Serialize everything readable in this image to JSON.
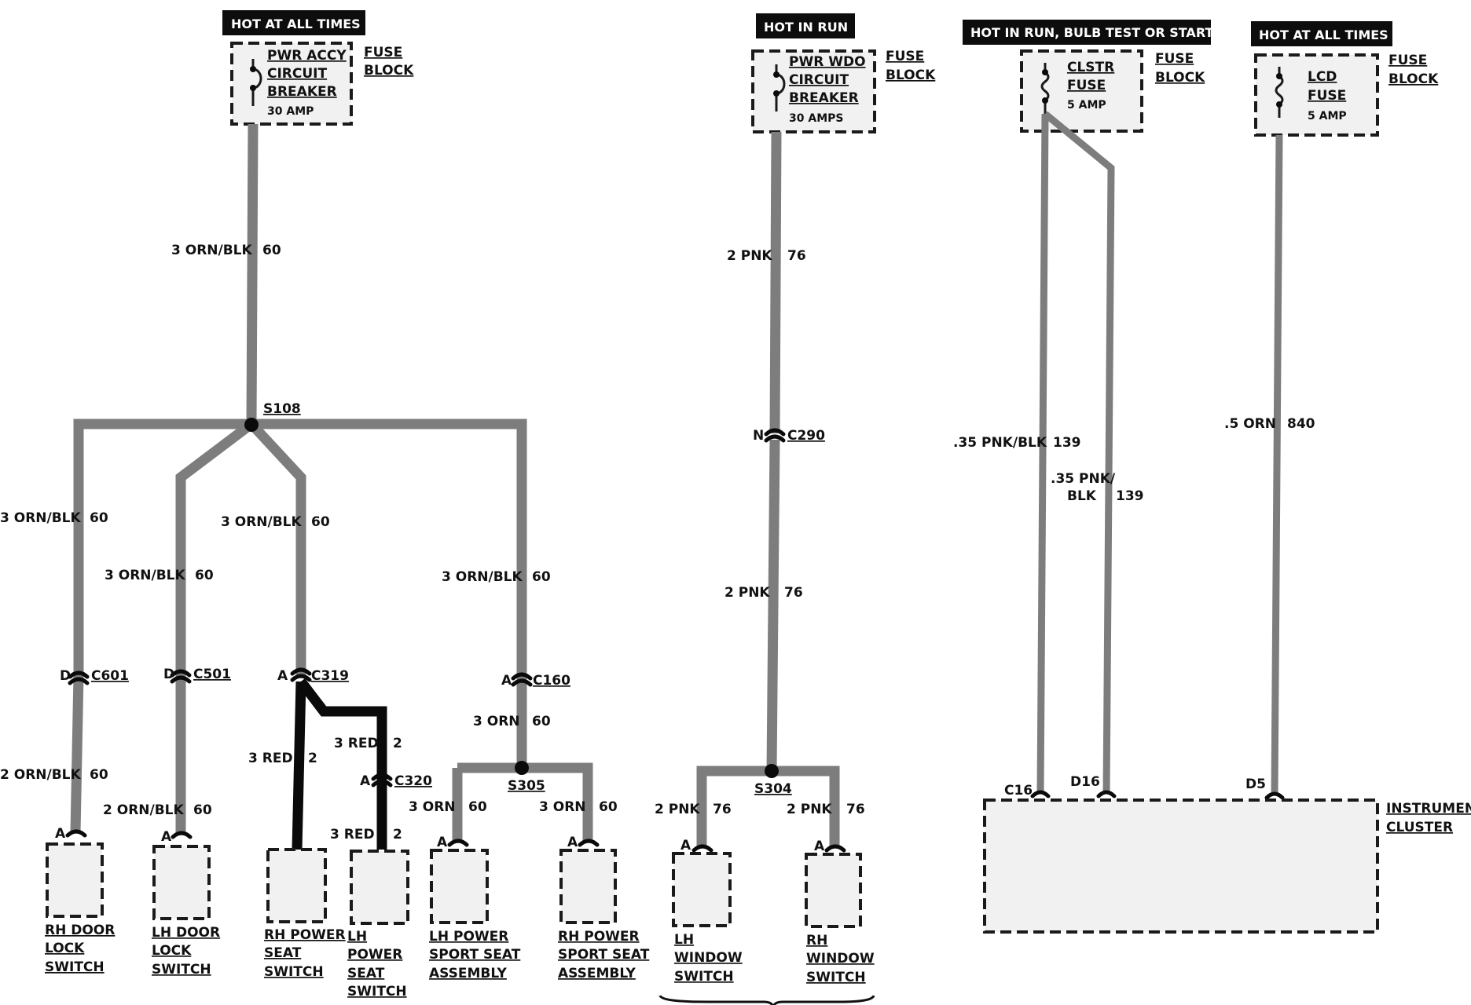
{
  "headers": {
    "h1": "HOT AT ALL TIMES",
    "h2": "HOT IN RUN",
    "h3": "HOT IN RUN, BULB TEST OR START",
    "h4": "HOT AT ALL TIMES"
  },
  "fuses": {
    "f1": {
      "l1": "PWR ACCY",
      "l2": "CIRCUIT",
      "l3": "BREAKER",
      "rating": "30 AMP"
    },
    "f2": {
      "l1": "PWR WDO",
      "l2": "CIRCUIT",
      "l3": "BREAKER",
      "rating": "30 AMPS"
    },
    "f3": {
      "l1": "CLSTR",
      "l2": "FUSE",
      "rating": "5 AMP"
    },
    "f4": {
      "l1": "LCD",
      "l2": "FUSE",
      "rating": "5 AMP"
    }
  },
  "fuse_block": {
    "l1": "FUSE",
    "l2": "BLOCK"
  },
  "splices": {
    "s108": "S108",
    "s305": "S305",
    "s304": "S304"
  },
  "connectors": {
    "c601": "C601",
    "c501": "C501",
    "c319": "C319",
    "c320": "C320",
    "c160": "C160",
    "c290": "C290",
    "pin_d1": "D",
    "pin_d2": "D",
    "pin_a_c319": "A",
    "pin_a_c320": "A",
    "pin_a_c160": "A",
    "pin_n_c290": "N",
    "pin_a_rhdoor": "A",
    "pin_a_lhdoor": "A",
    "pin_a_lhsport": "A",
    "pin_a_rhsport": "A",
    "pin_a_lhwin": "A",
    "pin_a_rhwin": "A",
    "c16": "C16",
    "d16": "D16",
    "d5": "D5"
  },
  "wires": {
    "w_main": {
      "size": "3 ORN/BLK",
      "circuit": "60"
    },
    "w_b1": {
      "size": "3 ORN/BLK",
      "circuit": "60"
    },
    "w_b2": {
      "size": "3 ORN/BLK",
      "circuit": "60"
    },
    "w_b3": {
      "size": "3 ORN/BLK",
      "circuit": "60"
    },
    "w_b4": {
      "size": "3 ORN/BLK",
      "circuit": "60"
    },
    "w_rhdoor": {
      "size": "2 ORN/BLK",
      "circuit": "60"
    },
    "w_lhdoor": {
      "size": "2 ORN/BLK",
      "circuit": "60"
    },
    "w_red1": {
      "size": "3 RED",
      "circuit": "2"
    },
    "w_red2": {
      "size": "3 RED",
      "circuit": "2"
    },
    "w_red3": {
      "size": "3 RED",
      "circuit": "2"
    },
    "w_orn_c160": {
      "size": "3 ORN",
      "circuit": "60"
    },
    "w_orn_l": {
      "size": "3 ORN",
      "circuit": "60"
    },
    "w_orn_r": {
      "size": "3 ORN",
      "circuit": "60"
    },
    "w_pnk1": {
      "size": "2 PNK",
      "circuit": "76"
    },
    "w_pnk2": {
      "size": "2 PNK",
      "circuit": "76"
    },
    "w_pnk_l": {
      "size": "2 PNK",
      "circuit": "76"
    },
    "w_pnk_r": {
      "size": "2 PNK",
      "circuit": "76"
    },
    "w_pnkblk1": {
      "size": ".35 PNK/BLK",
      "circuit": "139"
    },
    "w_pnkblk2_a": ".35 PNK/",
    "w_pnkblk2_b": "BLK",
    "w_pnkblk2_c": "139",
    "w_orn840": {
      "size": ".5 ORN",
      "circuit": "840"
    }
  },
  "components": {
    "rhdoor": [
      "RH DOOR",
      "LOCK",
      "SWITCH"
    ],
    "lhdoor": [
      "LH DOOR",
      "LOCK",
      "SWITCH"
    ],
    "rhpower": [
      "RH POWER",
      "SEAT",
      "SWITCH"
    ],
    "lhpower": [
      "LH",
      "POWER",
      "SEAT",
      "SWITCH"
    ],
    "lhsport": [
      "LH POWER",
      "SPORT SEAT",
      "ASSEMBLY"
    ],
    "rhsport": [
      "RH POWER",
      "SPORT SEAT",
      "ASSEMBLY"
    ],
    "lhwin": [
      "LH",
      "WINDOW",
      "SWITCH"
    ],
    "rhwin": [
      "RH",
      "WINDOW",
      "SWITCH"
    ],
    "cluster": [
      "INSTRUMENT",
      "CLUSTER"
    ]
  },
  "colors": {
    "wire_gray": "#7d7d7d",
    "wire_black": "#0a0a0a",
    "header_bg": "#0d0d0d"
  }
}
